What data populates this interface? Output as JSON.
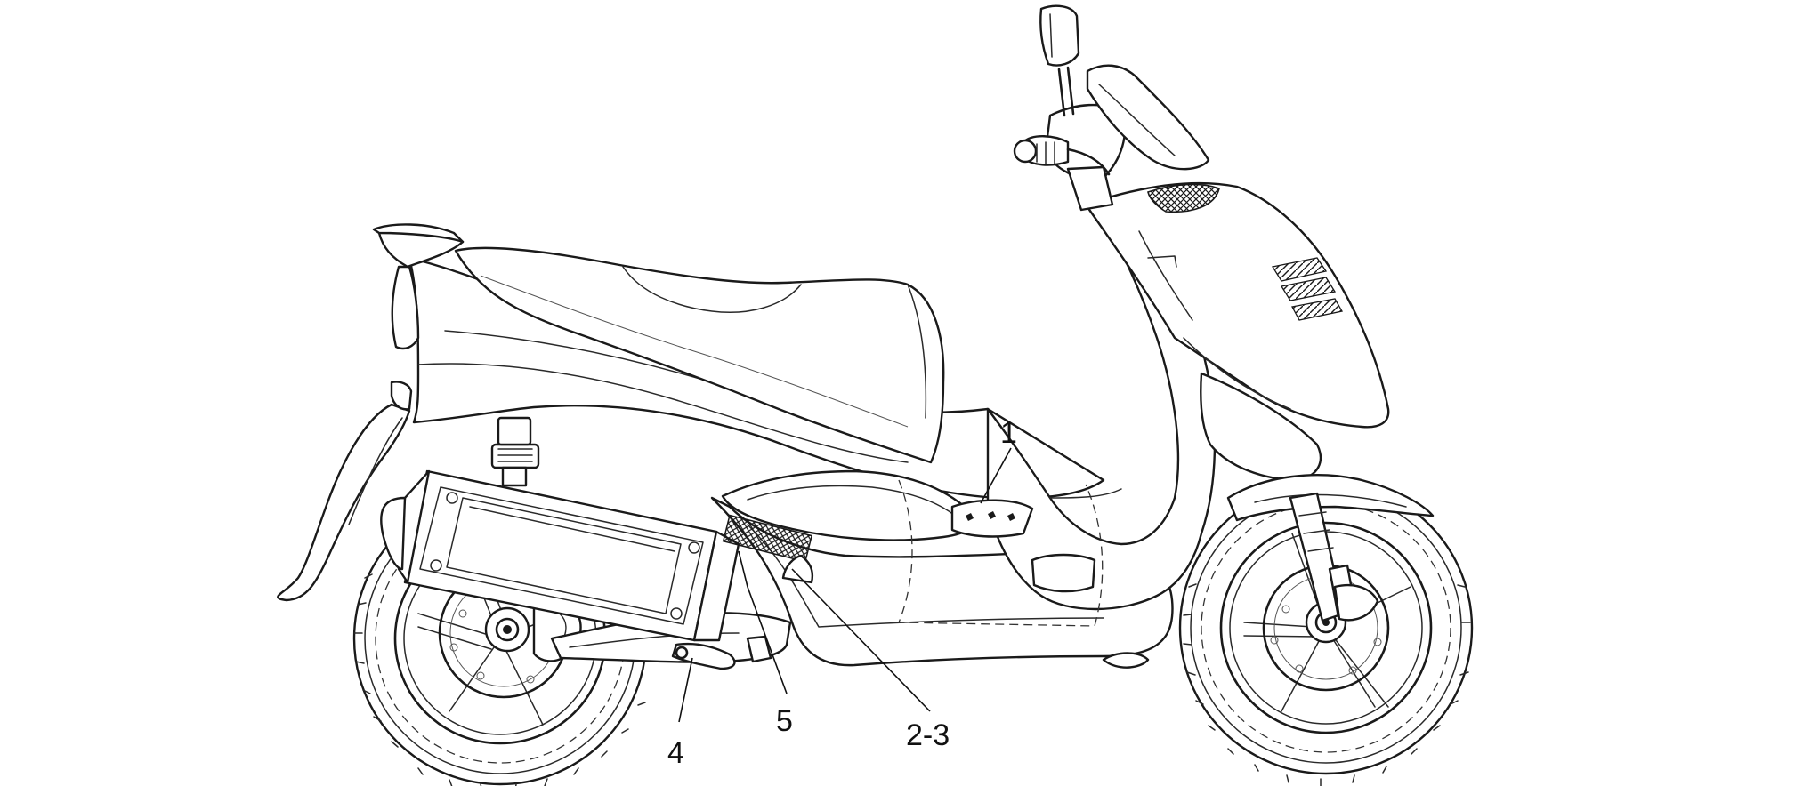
{
  "diagram": {
    "subject": "scooter-side-view",
    "line_color": "#1a1a1a",
    "background": "#ffffff",
    "callouts": [
      {
        "id": "c1",
        "label": "1"
      },
      {
        "id": "c2",
        "label": "2-3"
      },
      {
        "id": "c3",
        "label": "4"
      },
      {
        "id": "c4",
        "label": "5"
      }
    ]
  }
}
